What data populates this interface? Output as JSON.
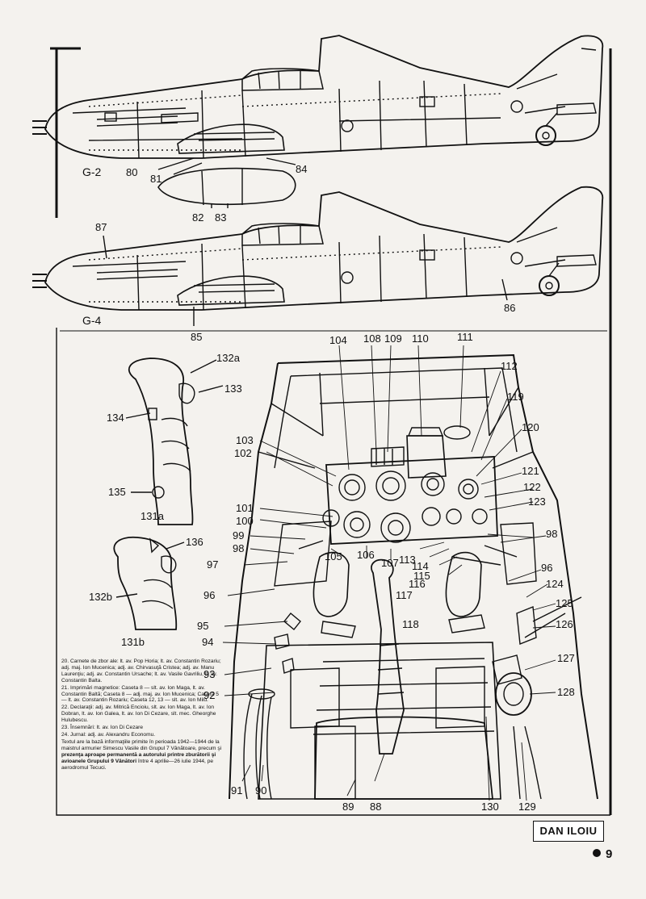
{
  "variants": {
    "g2": "G-2",
    "g4": "G-4"
  },
  "callouts": {
    "c80": "80",
    "c81": "81",
    "c82": "82",
    "c83": "83",
    "c84": "84",
    "c85": "85",
    "c86": "86",
    "c87": "87",
    "c88": "88",
    "c89": "89",
    "c90": "90",
    "c91": "91",
    "c92": "92",
    "c93": "93",
    "c94": "94",
    "c95": "95",
    "c96a": "96",
    "c96b": "96",
    "c97": "97",
    "c98a": "98",
    "c98b": "98",
    "c99": "99",
    "c100": "100",
    "c101": "101",
    "c102": "102",
    "c103": "103",
    "c104": "104",
    "c105": "105",
    "c106": "106",
    "c107": "107",
    "c108": "108",
    "c109": "109",
    "c110": "110",
    "c111": "111",
    "c112": "112",
    "c113": "113",
    "c114": "114",
    "c115": "115",
    "c116": "116",
    "c117": "117",
    "c118": "118",
    "c119": "119",
    "c120": "120",
    "c121": "121",
    "c122": "122",
    "c123": "123",
    "c124": "124",
    "c125": "125",
    "c126": "126",
    "c127": "127",
    "c128": "128",
    "c129": "129",
    "c130": "130",
    "c131a": "131a",
    "c131b": "131b",
    "c132a": "132a",
    "c132b": "132b",
    "c133": "133",
    "c134": "134",
    "c135": "135",
    "c136": "136"
  },
  "notes": {
    "n20": "20. Carnete de zbor ale: lt. av. Pop Horia; lt. av. Constantin Rozariu; adj. maj. Ion Mucenica; adj. av. Chirvasuţă Cristea; adj. av. Manu Laurenţiu; adj. av. Constantin Ursache; lt. av. Vasile Gavriliu, lt. av. Constantin Balta.",
    "n21": "21. Imprimări magnetice: Caseta 8 — slt. av. Ion Maga, lt. av. Constantin Baltă; Caseta 8 — adj. maj. av. Ion Mucenica; Caseta 5 — lt. av. Constantin Rozariu; Caseta 12, 13 — slt. av. Ion Milu.",
    "n22": "22. Declaraţii: adj. av. Mitrică Encioiu, slt. av. Ion Maga, lt. av. Ion Dobran, lt. av. Ion Galea, lt. av. Ion Di Cezare, slt. mec. Gheorghe Hulubescu.",
    "n23": "23. Însemnări: lt. av. Ion Di Cezare",
    "n24": "24. Jurnal: adj. av. Alexandru Economu.",
    "n25": "Textul are la bază informaţiile primite în perioada 1942—1944 de la maistrul armurier Simescu Vasile din Grupul 7 Vânătoare, precum şi",
    "n26": "prezenţa aproape permanentă a autorului printre zburătorii şi avioanele Grupului 9 Vânători",
    "n27": "între 4 aprilie—26 iulie 1944, pe aerodromul Tecuci."
  },
  "credit": "DAN ILOIU",
  "page_number": "9"
}
